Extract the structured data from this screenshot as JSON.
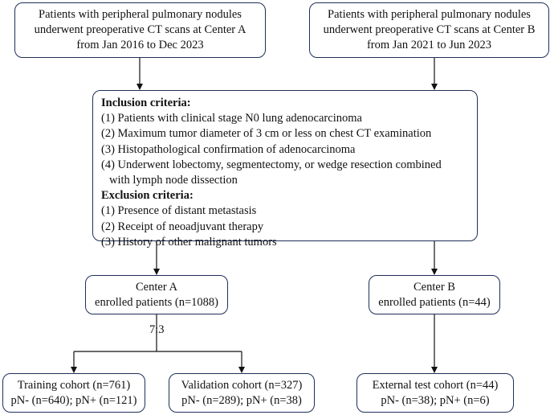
{
  "source_a": {
    "lines": [
      "Patients with peripheral pulmonary nodules",
      "underwent preoperative CT scans at Center A",
      "from Jan 2016 to Dec 2023"
    ]
  },
  "source_b": {
    "lines": [
      "Patients with peripheral pulmonary nodules",
      "underwent preoperative CT scans at Center B",
      "from Jan 2021 to Jun 2023"
    ]
  },
  "criteria": {
    "inclusion_title": "Inclusion criteria:",
    "inclusion": [
      "(1) Patients with clinical stage N0 lung adenocarcinoma",
      "(2) Maximum tumor diameter of 3 cm or less on chest CT examination",
      "(3) Histopathological confirmation of adenocarcinoma",
      "(4) Underwent lobectomy, segmentectomy, or wedge resection combined",
      "with lymph node dissection"
    ],
    "exclusion_title": "Exclusion criteria:",
    "exclusion": [
      "(1) Presence of distant metastasis",
      "(2) Receipt of neoadjuvant therapy",
      "(3) History of other malignant tumors"
    ]
  },
  "center_a": {
    "title": "Center A",
    "subtitle": "enrolled patients (n=1088)"
  },
  "center_b": {
    "title": "Center B",
    "subtitle": "enrolled patients (n=44)"
  },
  "split_ratio": "7:3",
  "training": {
    "title": "Training cohort (n=761)",
    "subtitle": "pN- (n=640); pN+ (n=121)"
  },
  "validation": {
    "title": "Validation cohort (n=327)",
    "subtitle": "pN- (n=289); pN+ (n=38)"
  },
  "external": {
    "title": "External test cohort (n=44)",
    "subtitle": "pN- (n=38); pN+ (n=6)"
  },
  "colors": {
    "border": "#1f2f5a",
    "arrow": "#111111"
  }
}
